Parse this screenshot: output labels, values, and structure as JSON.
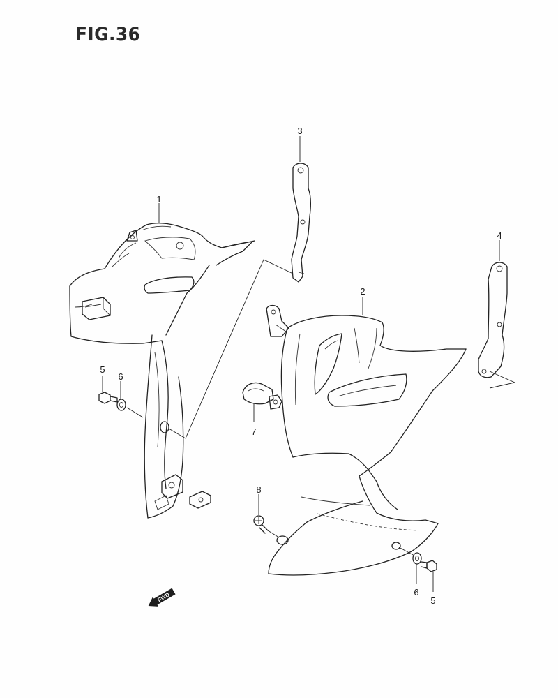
{
  "figure": {
    "title": "FIG.36"
  },
  "callouts": {
    "c1": "1",
    "c2": "2",
    "c3": "3",
    "c4": "4",
    "c5a": "5",
    "c6a": "6",
    "c5b": "5",
    "c6b": "6",
    "c7": "7",
    "c8": "8"
  },
  "fwd": {
    "label": "FWD"
  }
}
